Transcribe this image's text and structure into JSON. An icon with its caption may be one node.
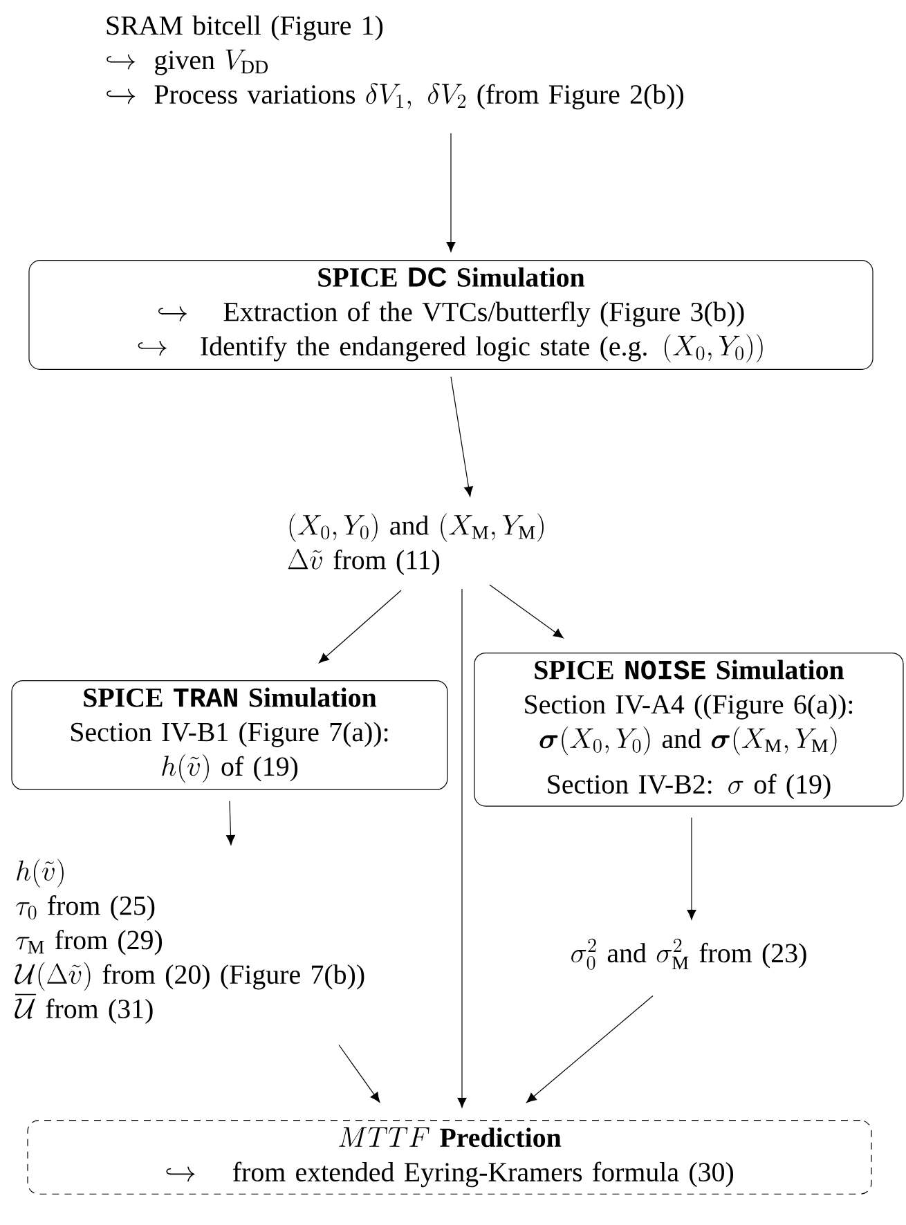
{
  "diagram": {
    "nodes": [
      {
        "text": [
          "SRAM bitcell (Figure 1)",
          "\\hookrightarrow\\text{ given }V_{\\mathrm{DD}}",
          "\\hookrightarrow\\text{ Process variations }\\delta V_1,\\ \\delta V_2\\text{ (from Figure 2(b))}"
        ]
      },
      {
        "text": [
          "\\textbf{SPICE \\textsf{DC} Simulation}",
          "\\hookrightarrow\\text{ Extraction of the VTCs/butterfly (Figure 3(b))}",
          "\\hookrightarrow\\text{ Identify the endangered logic state (e.g. }(X_0,Y_0))"
        ]
      },
      {
        "text": [
          "(X_0,Y_0)\\text{ and }(X_{\\mathrm{M}},Y_{\\mathrm{M}})",
          "\\Delta\\tilde{v}\\text{ from (11)}"
        ]
      },
      {
        "text": [
          "\\textbf{SPICE \\texttt{TRAN} Simulation}",
          "Section IV-B1 (Figure 7(a)):",
          "h(\\tilde{v})\\text{ of (19)}"
        ]
      },
      {
        "text": [
          "\\textbf{SPICE \\texttt{NOISE} Simulation}",
          "Section IV-A4 ((Figure 6(a)):",
          "\\boldsymbol{\\sigma}(X_0,Y_0)\\text{ and }\\boldsymbol{\\sigma}(X_{\\mathrm{M}},Y_{\\mathrm{M}})",
          "\\text{Section IV-B2: }\\sigma\\text{ of (19)}"
        ]
      },
      {
        "text": [
          "h(\\tilde{v})",
          "\\tau_0\\text{ from (25)}",
          "\\tau_{\\mathrm{M}}\\text{ from (29)}",
          "\\mathcal{U}(\\Delta\\tilde{v})\\text{ from (20) (Figure 7(b))}",
          "\\overline{\\mathcal{U}}\\text{ from (31)}"
        ]
      },
      {
        "text": [
          "\\sigma_0^2\\text{ and }\\sigma_{\\mathrm{M}}^2\\text{ from (23)}"
        ]
      },
      {
        "text": [
          "MTTF\\ \\textbf{Prediction}",
          "\\hookrightarrow\\text{ from extended Eyring-Kramers formula (30)}"
        ]
      }
    ],
    "edges": [
      {
        "from": 0,
        "to": 1,
        "arrow": "to"
      },
      {
        "from": 1,
        "to": 2,
        "arrow": "to"
      },
      {
        "from": 2,
        "to": 3,
        "arrow": "to"
      },
      {
        "from": 2,
        "to": 4,
        "arrow": "to"
      },
      {
        "from": 2,
        "to": 7,
        "arrow": "to"
      },
      {
        "from": 3,
        "to": 5,
        "arrow": "to"
      },
      {
        "from": 4,
        "to": 6,
        "arrow": "to"
      },
      {
        "from": 5,
        "to": 7,
        "arrow": "to"
      },
      {
        "from": 6,
        "to": 7,
        "arrow": "to"
      }
    ]
  }
}
